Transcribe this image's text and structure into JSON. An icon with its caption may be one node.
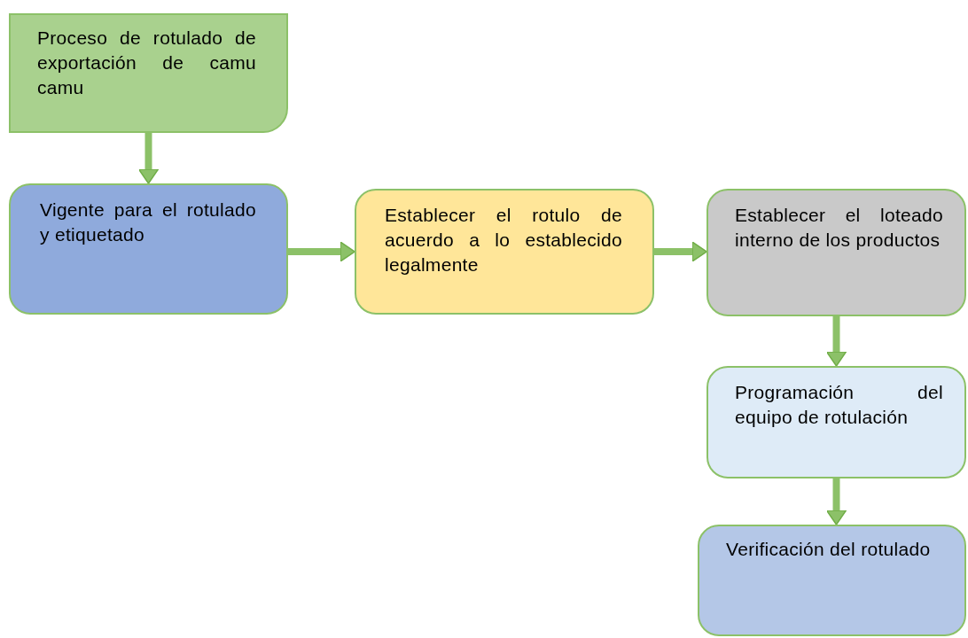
{
  "diagram": {
    "nodes": [
      {
        "text": [
          "Proceso de rotulado de exportación de camu camu"
        ]
      },
      {
        "text": [
          "Vigente para el rotulado y etiquetado"
        ]
      },
      {
        "text": [
          "Establecer el rotulo de acuerdo a lo establecido legalmente"
        ]
      },
      {
        "text": [
          "Establecer el loteado interno de los productos"
        ]
      },
      {
        "text": [
          "Programación del equipo de rotulación"
        ]
      },
      {
        "text": [
          "Verificación del rotulado"
        ]
      }
    ],
    "edges": [
      {
        "from": 0,
        "to": 1,
        "arrow": "to"
      },
      {
        "from": 1,
        "to": 2,
        "arrow": "to"
      },
      {
        "from": 2,
        "to": 3,
        "arrow": "to"
      },
      {
        "from": 3,
        "to": 4,
        "arrow": "to"
      },
      {
        "from": 4,
        "to": 5,
        "arrow": "to"
      }
    ]
  }
}
